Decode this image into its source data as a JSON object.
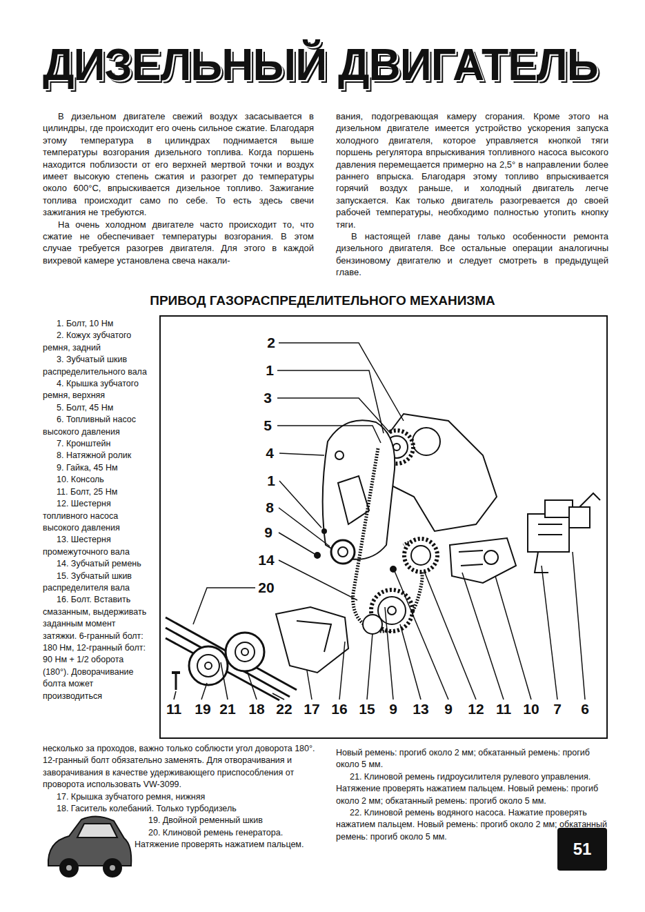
{
  "diagram": {
    "title": "ДИЗЕЛЬНЫЙ ДВИГАТЕЛЬ",
    "nodes": [
      {
        "text": [
          "51"
        ]
      }
    ],
    "labels": [
      "В дизельном двигателе свежий воздух засасывается в цилиндры, где происходит его очень сильное сжатие. Благодаря этому температура в цилиндрах поднимается выше температуры возгорания дизельного топлива. Когда поршень находится поблизости от его верхней мертвой точки и воздух имеет высокую степень сжатия и разогрет до температуры около 600°С, впрыскивается дизельное топливо. Зажигание топлива происходит само по себе. То есть здесь свечи зажигания не требуются.",
      "На очень холодном двигателе часто происходит то, что сжатие не обеспечивает температуры возгорания. В этом случае требуется разогрев двигателя. Для этого в каждой вихревой камере установлена свеча накали-",
      "вания, подогревающая камеру сгорания. Кроме этого на дизельном двигателе имеется устройство ускорения запуска холодного двигателя, которое управляется кнопкой тяги поршень регулятора впрыскивания топливного насоса высокого давления перемещается примерно на 2,5° в направлении более раннего впрыска. Благодаря этому топливо впрыскивается горячий воздух раньше, и холодный двигатель легче запускается. Как только двигатель разогревается до своей рабочей температуры, необходимо полностью утопить кнопку тяги.",
      "В настоящей главе даны только особенности ремонта дизельного двигателя. Все остальные операции аналогичны бензиновому двигателю и следует смотреть в предыдущей главе.",
      "ПРИВОД ГАЗОРАСПРЕДЕЛИТЕЛЬНОГО МЕХАНИЗМА",
      "1. Болт, 10 Нм",
      "2. Кожух зубчатого ремня, задний",
      "3. Зубчатый шкив распределительного вала",
      "4. Крышка зубчатого ремня, верхняя",
      "5. Болт, 45 Нм",
      "6. Топливный насос высокого давления",
      "7. Кронштейн",
      "8. Натяжной ролик",
      "9. Гайка, 45 Нм",
      "10. Консоль",
      "11. Болт, 25 Нм",
      "12. Шестерня топливного насоса высокого давления",
      "13. Шестерня промежуточного вала",
      "14. Зубчатый ремень",
      "15. Зубчатый шкив распределителя вала",
      "16. Болт. Вставить смазанным, выдерживать заданным момент затяжки. 6-гранный болт: 180 Нм, 12-гранный болт: 90 Нм + 1/2 оборота (180°). Доворачивание болта может производиться",
      "несколько за проходов, важно только соблюсти угол доворота 180°. 12-гранный болт обязательно заменять. Для отворачивания и заворачивания в качестве удерживающего приспособления от проворота использовать VW-3099.",
      "17. Крышка зубчатого ремня, нижняя",
      "18. Гаситель колебаний. Только турбодизель",
      "19. Двойной ременный шкив",
      "20. Клиновой ремень генератора. Натяжение проверять нажатием пальцем.",
      "Новый ремень: прогиб около 2 мм; обкатанный ремень: прогиб около 5 мм.",
      "21. Клиновой ремень гидроусилителя рулевого управления. Натяжение проверять нажатием пальцем. Новый ремень: прогиб около 2 мм; обкатанный ремень: прогиб около 5 мм.",
      "22. Клиновой ремень водяного насоса. Нажатие проверять нажатием пальцем. Новый ремень: прогиб около 2 мм; обкатанный ремень: прогиб около 5 мм.",
      "2",
      "1",
      "3",
      "5",
      "4",
      "1",
      "8",
      "9",
      "14",
      "20",
      "11",
      "19",
      "21",
      "18",
      "22",
      "17",
      "16",
      "15",
      "9",
      "13",
      "9",
      "12",
      "11",
      "10",
      "7",
      "6"
    ]
  }
}
